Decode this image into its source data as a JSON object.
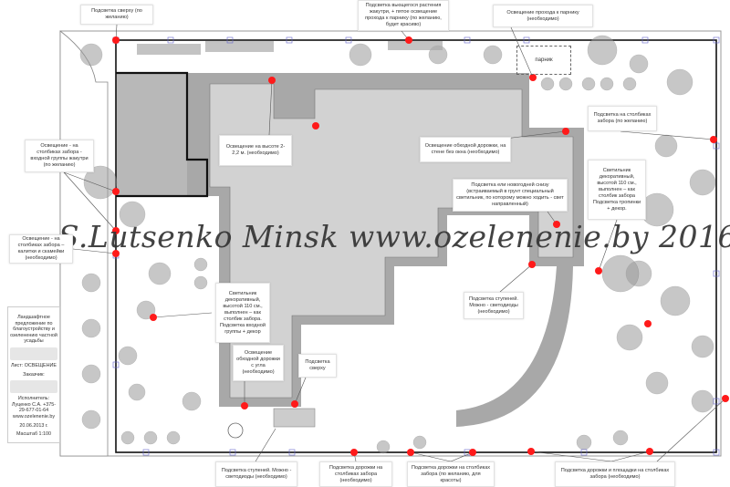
{
  "watermark": "S.Lutsenko Minsk www.ozelenenie.by 2016",
  "greenhouse_label": "парник",
  "title_block": {
    "project": "Ландшафтное предложение по благоустройству и озеленению частной усадьбы",
    "sheet": "Лист: ОСВЕЩЕНИЕ",
    "customer": "Заказчик:",
    "executor": "Исполнитель: Луценко С.А. +375-29-677-01-64 www.ozelenenie.by",
    "date": "20.06.2013 г.",
    "scale": "Масштаб 1:100"
  },
  "callouts": [
    "Подсветка сверху (по желанию)",
    "Подсветка вьющегося растения жакутри, + пятое освещение прохода к парнику (по желанию, будет красиво)",
    "Освещение прохода к парнику (необходимо)",
    "Подсветка на столбиках забора (по желанию)",
    "Освещение на высоте 2- 2,2 м. (необходимо)",
    "Освещение обходной дорожки, на стене без окна (необходимо)",
    "Освещение - на столбиках забора - входной группы жакутри (по желанию)",
    "Подсветка ели новогодней снизу (встраиваемый в грунт специальный светильник, по которому можно ходить - свет направленный)",
    "Светильник декоративный, высотой 110 см., выполнен – как столбик забора Подсветка тропинки + декор.",
    "Освещение - на столбиках забора – калитки и скамейки (необходимо)",
    "Светильник декоративный, высотой 110 см., выполнен – как столбик забора. Подсветка входной группы + декор",
    "Подсветка ступеней. Можно - светодиоды (необходимо)",
    "Освещение обходной дорожки с угла (необходимо)",
    "Подсветка сверху",
    "Подсветка ступеней. Можно - светодиоды (необходимо)",
    "Подсветка дорожки на столбиках забора (необходимо)",
    "Подсветка дорожки на столбиках забора (по желанию, для красоты)",
    "Подсветка дорожки и площадки на столбиках забора (необходимо)"
  ],
  "colors": {
    "light": "#ff1a1a",
    "house": "#d2d2d2",
    "path": "#a8a8a8",
    "parking": "#b8b8b8",
    "tree": "#9a9a9a"
  }
}
